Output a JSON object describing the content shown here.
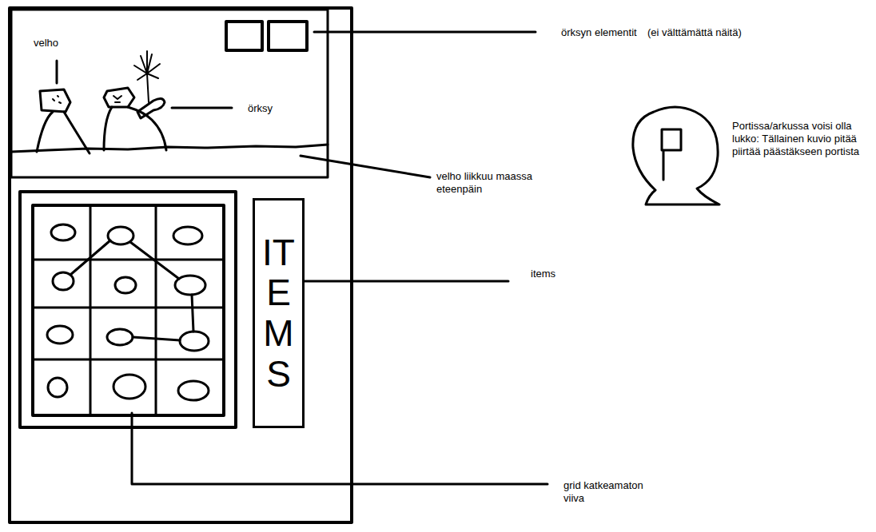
{
  "diagram": {
    "nodes": [
      {
        "text": [
          "ITEMS"
        ]
      }
    ],
    "labels": [
      "velho",
      "örksy",
      "örksyn elementit",
      "(ei välttämättä näitä)",
      "velho liikkuu maassa eteenpäin",
      "items",
      "grid katkeamaton viiva",
      "Portissa/arkussa voisi olla lukko: Tällainen kuvio pitää piirtää päästäkseen portista"
    ]
  }
}
